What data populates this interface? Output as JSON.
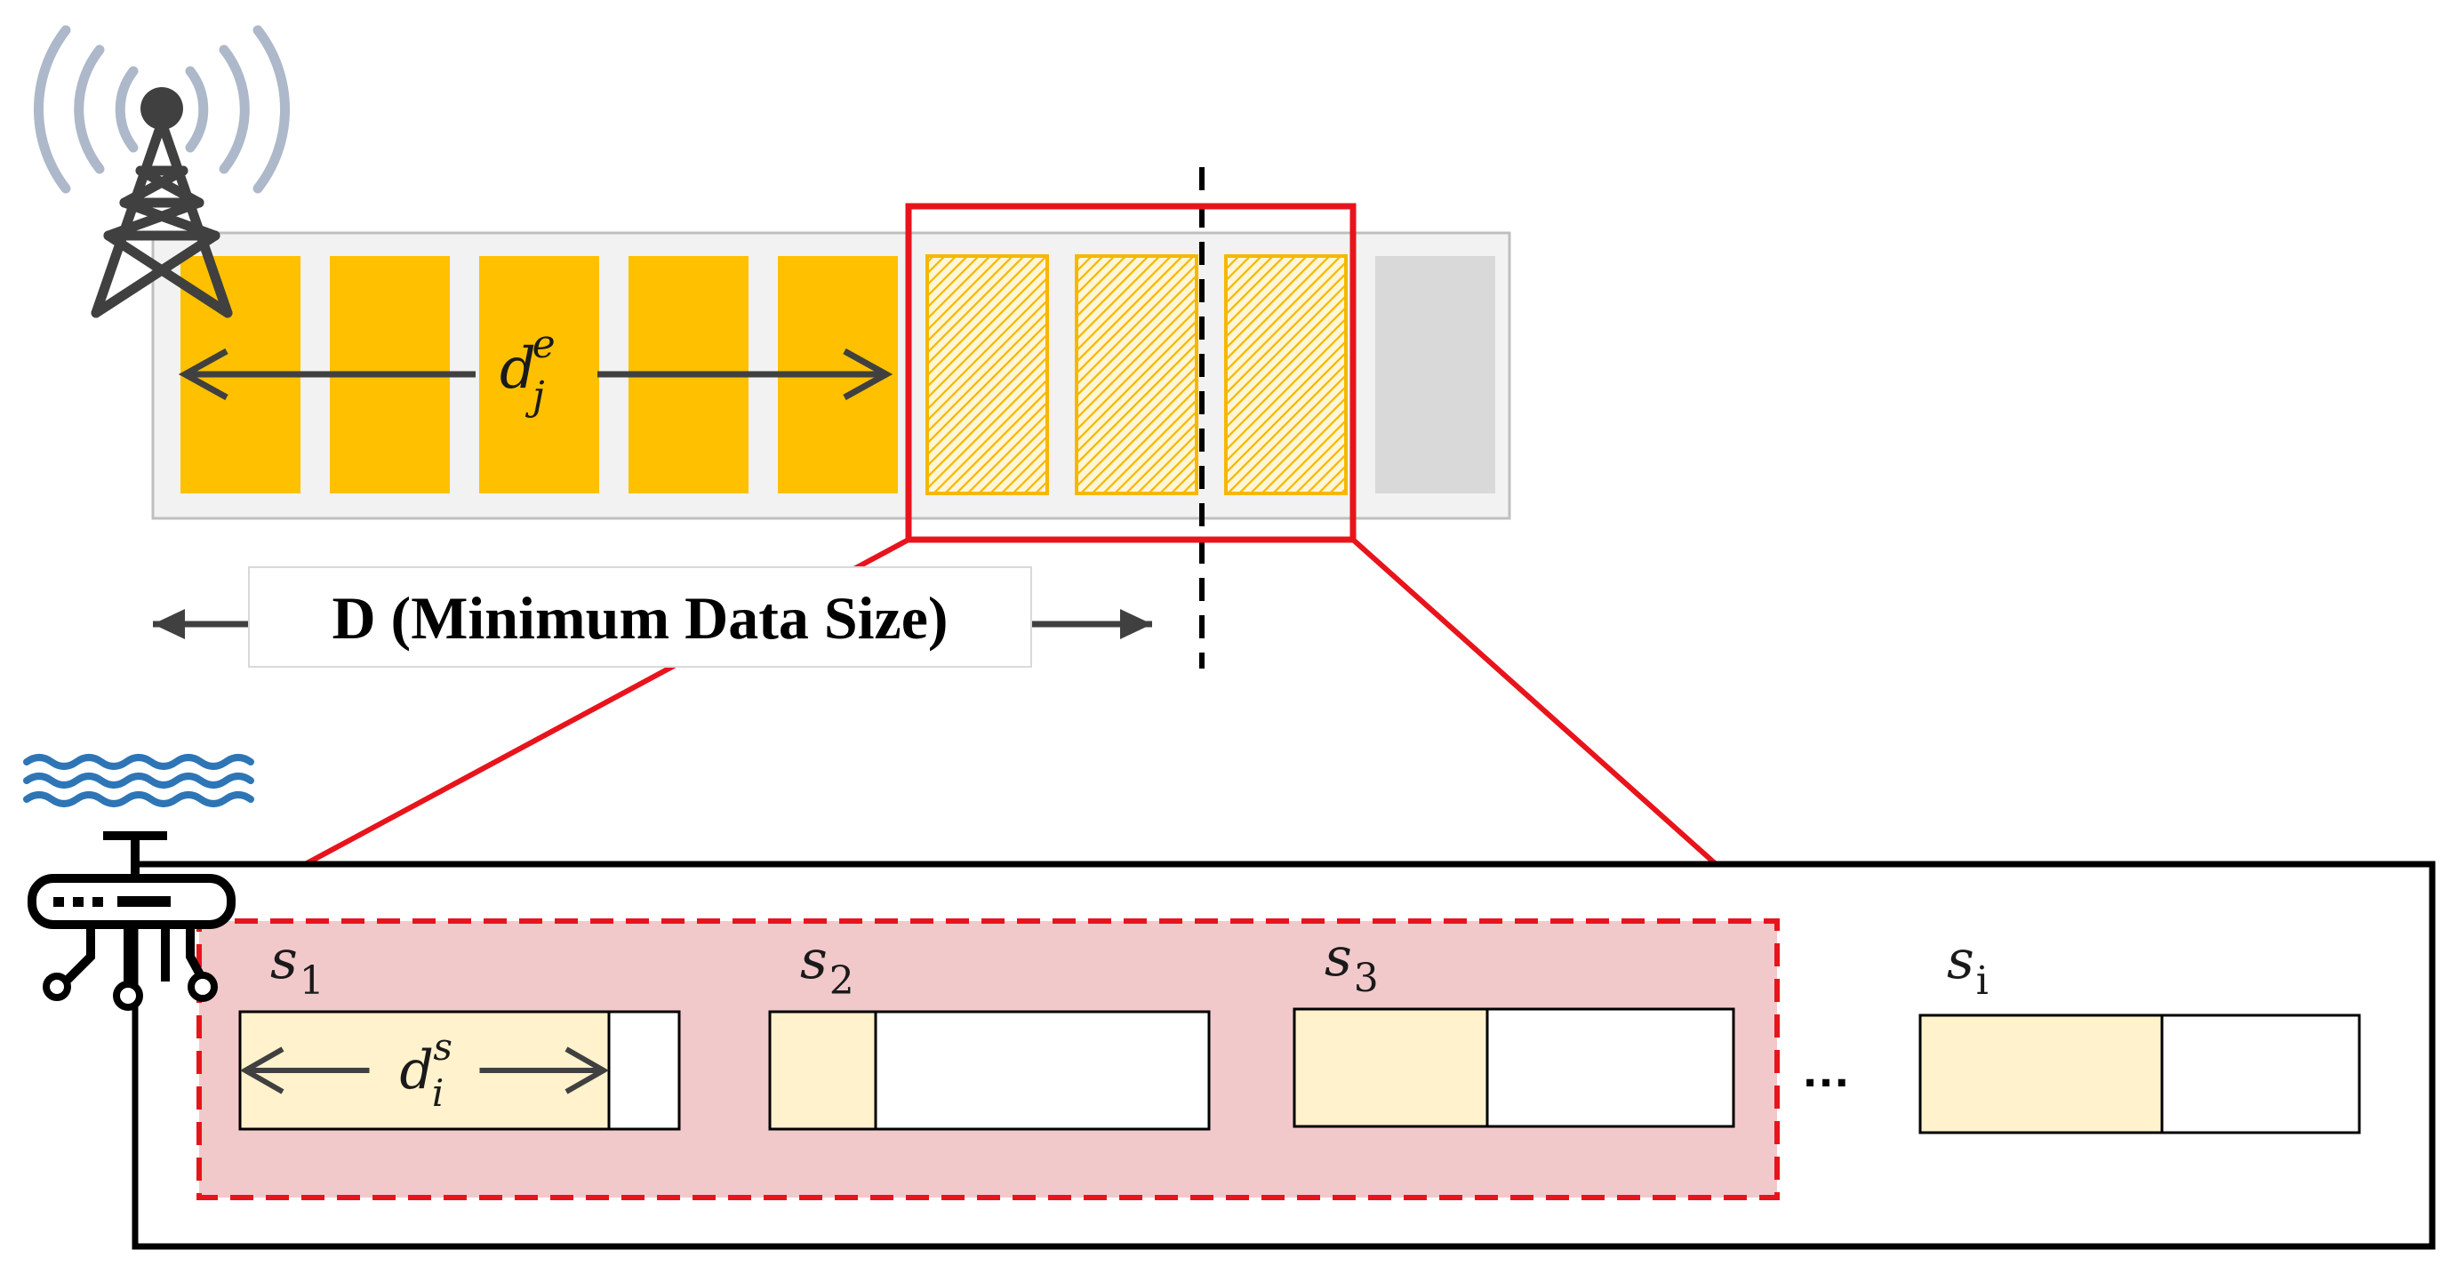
{
  "colors": {
    "block_filled": "#FFC000",
    "block_hatched_stroke": "#F5B800",
    "block_empty": "#D9D9D9",
    "buffer_bg": "#F2F2F2",
    "arrow": "#404040",
    "zoom_red": "#E8141C",
    "zoom_region_fill": "#F2C9CB",
    "sensor_fill": "#FFF2CC",
    "tower_icon": "#404040",
    "signal_waves": "#ADB9CA",
    "wifi_waves": "#2E75B6"
  },
  "icons": {
    "tower": "cell-tower-icon",
    "router": "router-icon",
    "wifi": "wifi-waves-icon"
  },
  "buffer": {
    "filled_blocks": 5,
    "hatched_blocks": 3,
    "empty_blocks": 1,
    "edge_label": {
      "base": "d",
      "sub": "j",
      "sup": "e"
    }
  },
  "min_size_label": "D (Minimum Data Size)",
  "sensors": [
    {
      "name": "s",
      "sub": "1",
      "fill_fraction": 0.84,
      "label": {
        "base": "d",
        "sub": "i",
        "sup": "s"
      }
    },
    {
      "name": "s",
      "sub": "2",
      "fill_fraction": 0.24
    },
    {
      "name": "s",
      "sub": "3",
      "fill_fraction": 0.44
    },
    {
      "name": "s",
      "sub": "i",
      "fill_fraction": 0.55
    }
  ],
  "ellipsis": "…"
}
